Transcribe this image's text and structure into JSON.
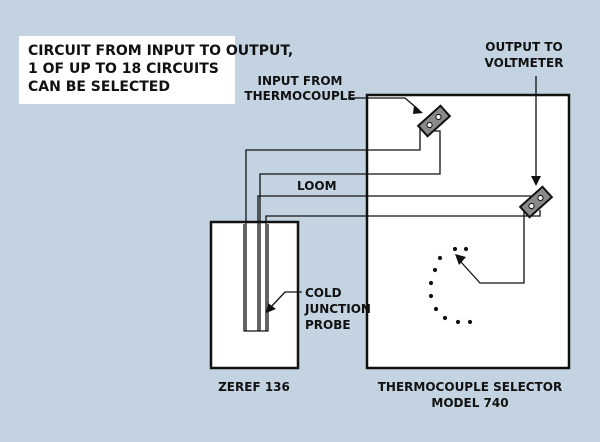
{
  "caption": {
    "line1": "CIRCUIT FROM INPUT TO OUTPUT,",
    "line2": "1 OF UP TO 18 CIRCUITS",
    "line3": "CAN BE SELECTED"
  },
  "labels": {
    "input_line1": "INPUT FROM",
    "input_line2": "THERMOCOUPLE",
    "output_line1": "OUTPUT TO",
    "output_line2": "VOLTMETER",
    "loom": "LOOM",
    "probe_line1": "COLD",
    "probe_line2": "JUNCTION",
    "probe_line3": "PROBE",
    "zeref": "ZEREF 136",
    "selector_line1": "THERMOCOUPLE SELECTOR",
    "selector_line2": "MODEL 740"
  },
  "colors": {
    "background": "#c3d3e1",
    "caption_box": "#ffffff",
    "box_fill": "#ffffff",
    "line": "#111111",
    "connector": "#8a8a8a"
  }
}
